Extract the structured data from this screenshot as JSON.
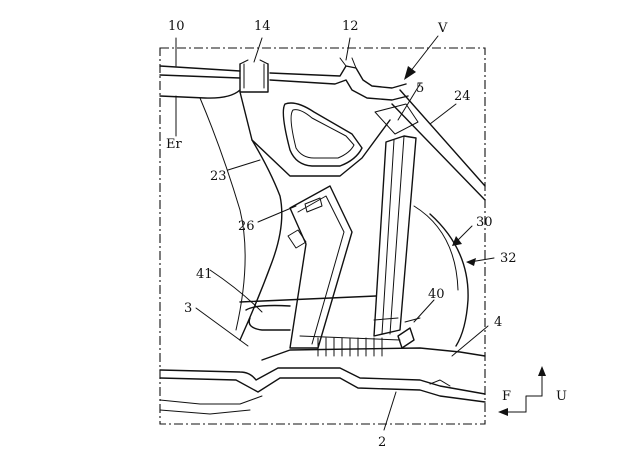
{
  "labels": {
    "l10": "10",
    "l14": "14",
    "l12": "12",
    "lV": "V",
    "l5": "5",
    "l24": "24",
    "lEr": "Er",
    "l23": "23",
    "l26": "26",
    "l30": "30",
    "l32": "32",
    "l41": "41",
    "l40": "40",
    "l3": "3",
    "l4": "4",
    "l2": "2"
  },
  "axes": {
    "front": "F",
    "up": "U"
  },
  "colors": {
    "line": "#111111",
    "background": "#ffffff"
  }
}
